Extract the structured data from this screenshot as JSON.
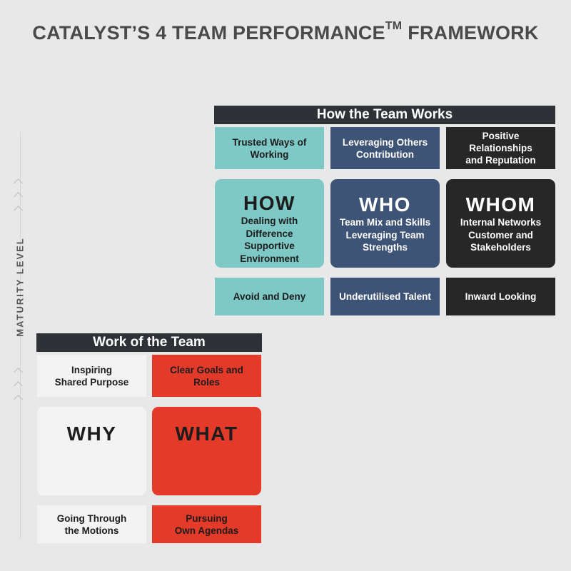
{
  "title": {
    "main": "CATALYST’S 4 TEAM PERFORMANCE",
    "tm": "TM",
    "suffix": "FRAMEWORK"
  },
  "axis": {
    "label": "MATURITY LEVEL"
  },
  "colors": {
    "teal": "#7ec8c6",
    "navy": "#3e5476",
    "black": "#272727",
    "white": "#f3f3f3",
    "red": "#e33a2a",
    "header": "#2e3237"
  },
  "how_team_works": {
    "header": "How the Team Works",
    "top_row": [
      "Trusted Ways of\nWorking",
      "Leveraging Others\nContribution",
      "Positive Relationships\nand Reputation"
    ],
    "boxes": [
      {
        "title": "HOW",
        "desc": "Dealing with\nDifference\nSupportive\nEnvironment"
      },
      {
        "title": "WHO",
        "desc": "Team Mix and Skills\nLeveraging Team\nStrengths"
      },
      {
        "title": "WHOM",
        "desc": "Internal Networks\nCustomer and\nStakeholders"
      }
    ],
    "bottom_row": [
      "Avoid and Deny",
      "Underutilised Talent",
      "Inward Looking"
    ]
  },
  "work_of_team": {
    "header": "Work of the Team",
    "top_row": [
      "Inspiring\nShared Purpose",
      "Clear Goals and Roles"
    ],
    "boxes": [
      {
        "title": "WHY"
      },
      {
        "title": "WHAT"
      }
    ],
    "bottom_row": [
      "Going Through\nthe Motions",
      "Pursuing\nOwn Agendas"
    ]
  }
}
